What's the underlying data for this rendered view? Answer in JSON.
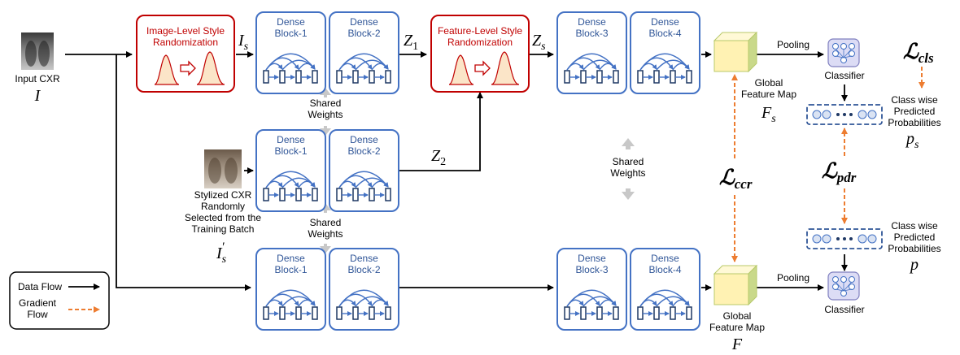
{
  "colors": {
    "dense_block_stroke": "#4472c4",
    "dense_block_text": "#2f5597",
    "style_box_stroke": "#c00000",
    "style_box_text": "#c00000",
    "gradient_flow": "#ed7d31",
    "data_flow": "#000000",
    "shared_arrow": "#c8c8c8",
    "feature_cube": "#fff2b3",
    "feature_cube_side": "#c9d98a"
  },
  "input": {
    "label": "Input CXR",
    "symbol": "I"
  },
  "stylized": {
    "lines": [
      "Stylized CXR",
      "Randomly",
      "Selected from the",
      "Training Batch"
    ],
    "symbol_main": "I",
    "symbol_sub": "s",
    "symbol_prime": "′"
  },
  "image_style": {
    "line1": "Image-Level Style",
    "line2": "Randomization"
  },
  "feature_style": {
    "line1": "Feature-Level Style",
    "line2": "Randomization"
  },
  "dense": {
    "word": "Dense",
    "b1": "Block-1",
    "b2": "Block-2",
    "b3": "Block-3",
    "b4": "Block-4"
  },
  "vars": {
    "is_main": "I",
    "is_sub": "s",
    "z1_main": "Z",
    "z1_sub": "1",
    "z2_main": "Z",
    "z2_sub": "2",
    "zs_main": "Z",
    "zs_sub": "s",
    "fs_main": "F",
    "fs_sub": "s",
    "f": "F",
    "ps_main": "p",
    "ps_sub": "s",
    "p": "p"
  },
  "shared": {
    "line1": "Shared",
    "line2": "Weights"
  },
  "global": {
    "line1": "Global",
    "line2": "Feature Map"
  },
  "pooling": "Pooling",
  "classifier": "Classifier",
  "probs": {
    "line1": "Class wise",
    "line2": "Predicted",
    "line3": "Probabilities"
  },
  "losses": {
    "cls": "cls",
    "ccr": "ccr",
    "pdr": "pdr",
    "script_l": "ℒ"
  },
  "legend": {
    "data_flow": "Data Flow",
    "gradient_line1": "Gradient",
    "gradient_line2": "Flow"
  }
}
